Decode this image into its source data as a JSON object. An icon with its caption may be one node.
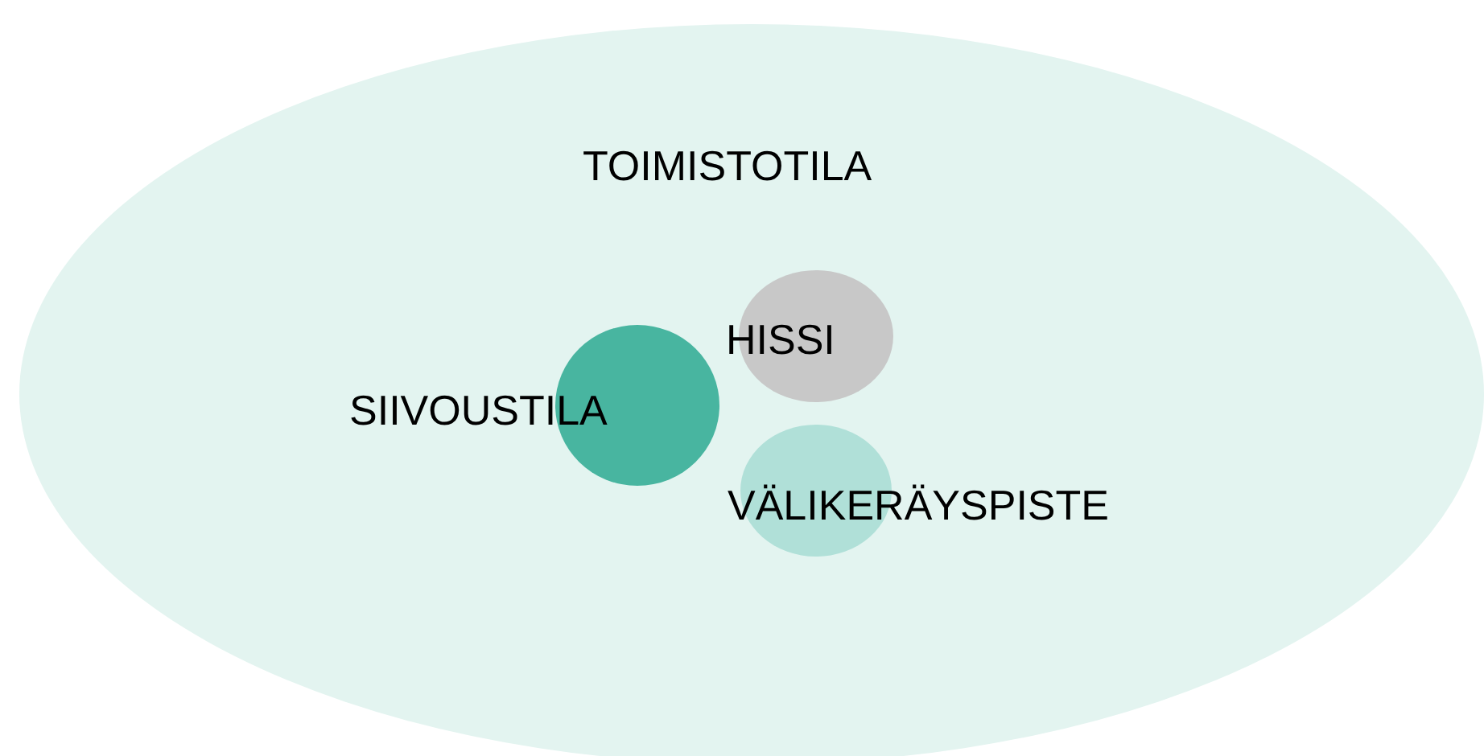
{
  "diagram": {
    "nodes": [
      {
        "text": [
          "TOIMISTOTILA"
        ]
      },
      {
        "text": [
          "SIIVOUSTILA"
        ],
        "in": 0
      },
      {
        "text": [
          "HISSI"
        ],
        "in": 0
      },
      {
        "text": [
          "VÄLIKERÄYSPISTE"
        ],
        "in": 0
      }
    ]
  }
}
